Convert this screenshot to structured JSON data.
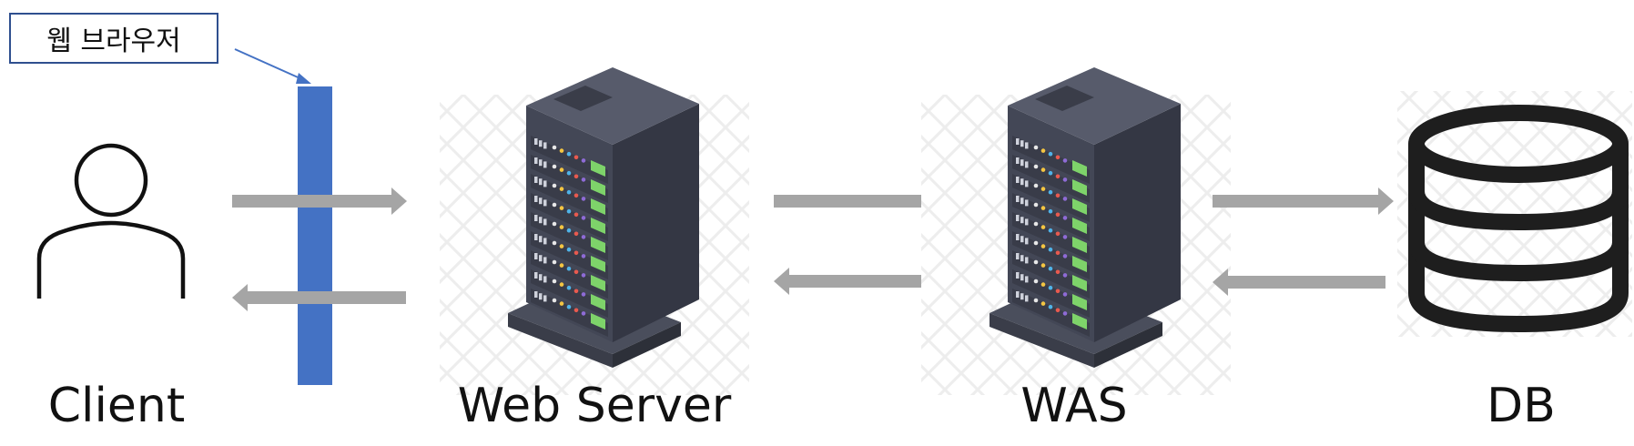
{
  "nodes": {
    "client": "Client",
    "web_server": "Web Server",
    "was": "WAS",
    "db": "DB"
  },
  "callout": "웹 브라우저",
  "colors": {
    "browser_bar": "#4472C4",
    "arrow": "#A5A5A5",
    "server_body": "#3F4350",
    "server_side": "#343744",
    "led_green": "#7ED36A",
    "db_icon": "#1E1E1E"
  }
}
